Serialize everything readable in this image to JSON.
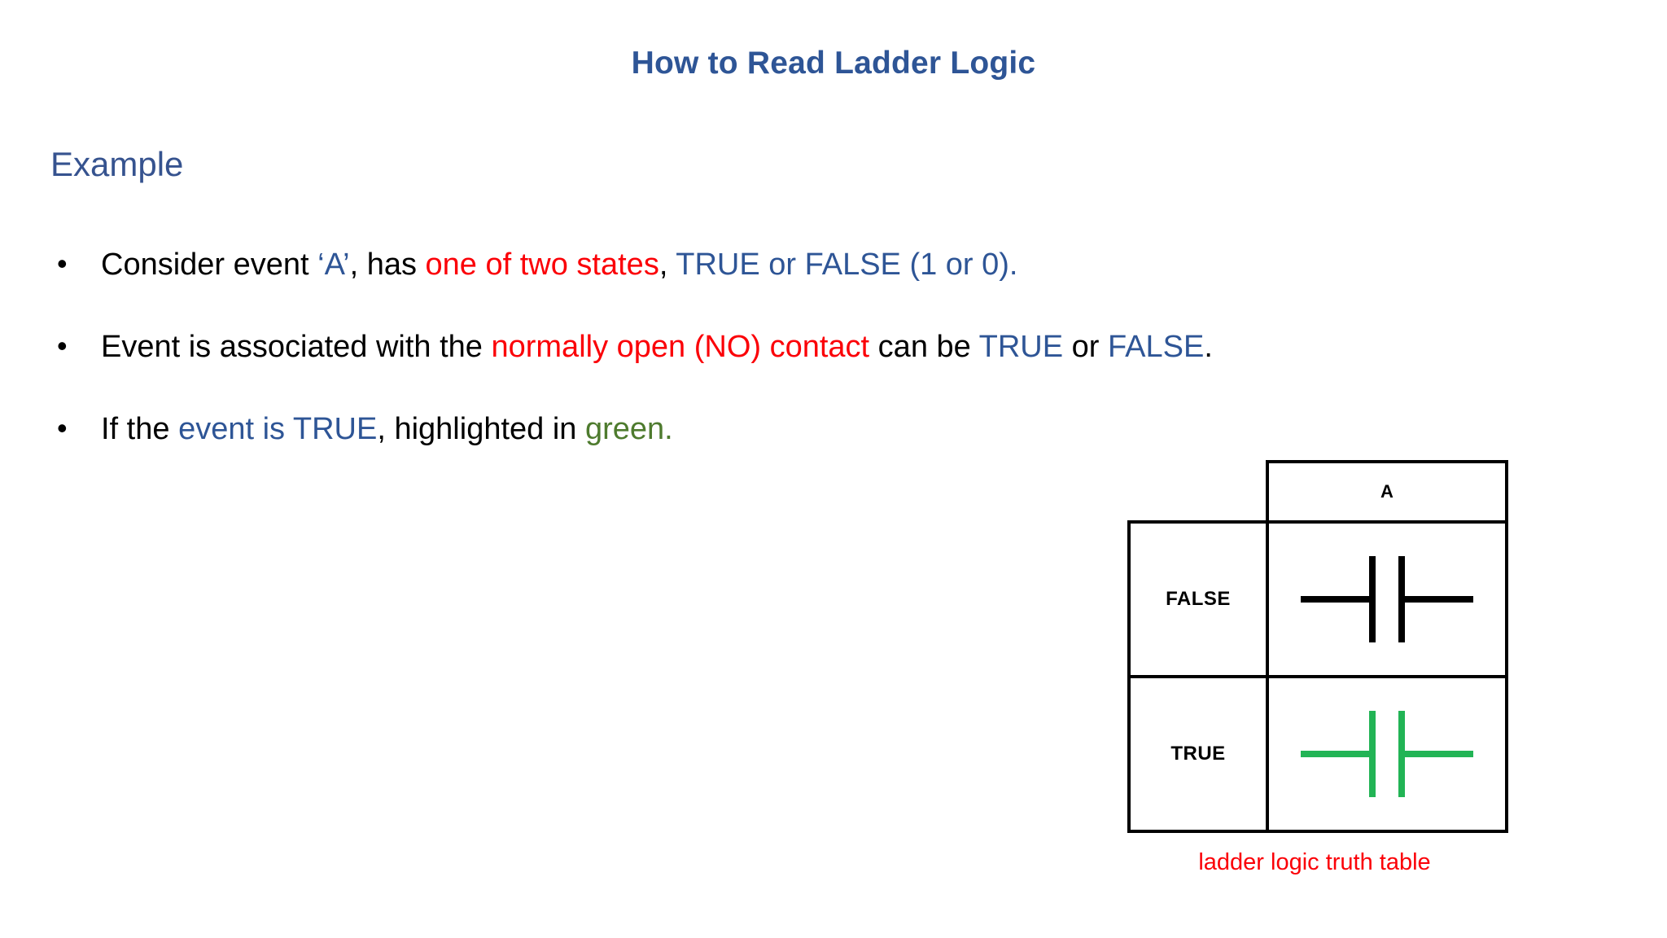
{
  "slide": {
    "title": "How to Read Ladder Logic",
    "section_heading": "Example",
    "bullet_marker": "•",
    "bullets": [
      {
        "segments": [
          {
            "text": "Consider event ",
            "color": "black"
          },
          {
            "text": "‘A’",
            "color": "blue"
          },
          {
            "text": ", has ",
            "color": "black"
          },
          {
            "text": "one of two states",
            "color": "red"
          },
          {
            "text": ", ",
            "color": "black"
          },
          {
            "text": "TRUE or FALSE (1 or 0).",
            "color": "blue"
          }
        ]
      },
      {
        "segments": [
          {
            "text": "Event is associated with the ",
            "color": "black"
          },
          {
            "text": "normally open (NO) contact",
            "color": "red"
          },
          {
            "text": " can be ",
            "color": "black"
          },
          {
            "text": "TRUE",
            "color": "blue"
          },
          {
            "text": " or ",
            "color": "black"
          },
          {
            "text": "FALSE",
            "color": "blue"
          },
          {
            "text": ".",
            "color": "black"
          }
        ]
      },
      {
        "segments": [
          {
            "text": "If the ",
            "color": "black"
          },
          {
            "text": "event is TRUE",
            "color": "blue"
          },
          {
            "text": ", highlighted in ",
            "color": "black"
          },
          {
            "text": "green.",
            "color": "green"
          }
        ]
      }
    ]
  },
  "figure": {
    "caption": "ladder logic truth table",
    "column_header": "A",
    "rows": [
      {
        "label": "FALSE",
        "symbol": "normally-open-contact",
        "symbol_color": "#000000"
      },
      {
        "label": "TRUE",
        "symbol": "normally-open-contact",
        "symbol_color": "#22b455"
      }
    ]
  },
  "colors": {
    "title_blue": "#2e5596",
    "text_blue": "#2e5596",
    "text_red": "#fb0007",
    "text_green": "#4e7b2e",
    "contact_green": "#22b455",
    "text_black": "#000000",
    "background": "#ffffff"
  }
}
